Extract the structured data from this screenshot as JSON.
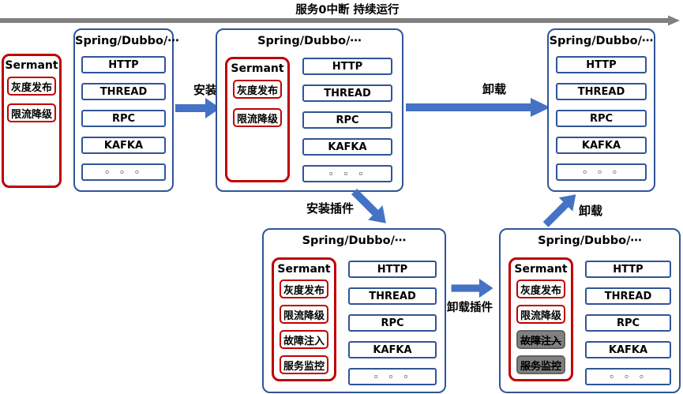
{
  "banner": {
    "label": "服务0中断 持续运行"
  },
  "framework": {
    "title": "Spring/Dubbo/⋯",
    "items": [
      "HTTP",
      "THREAD",
      "RPC",
      "KAFKA",
      "◦ ◦ ◦"
    ]
  },
  "sermant": {
    "title": "Sermant"
  },
  "plugins": {
    "gray_release": "灰度发布",
    "rate_limit": "限流降级",
    "fault_inject": "故障注入",
    "service_monitor": "服务监控"
  },
  "arrows": {
    "install": "安装",
    "install_plugin": "安装插件",
    "uninstall_plugin": "卸载插件",
    "uninstall_top": "卸载",
    "uninstall_up": "卸载"
  },
  "colors": {
    "box_border_blue": "#2F5597",
    "arrow_blue": "#4472C4",
    "plugin_border_red": "#C00000",
    "disabled_fill_gray": "#808080",
    "disabled_border_gray": "#636363",
    "timeline_gray": "#808080"
  }
}
